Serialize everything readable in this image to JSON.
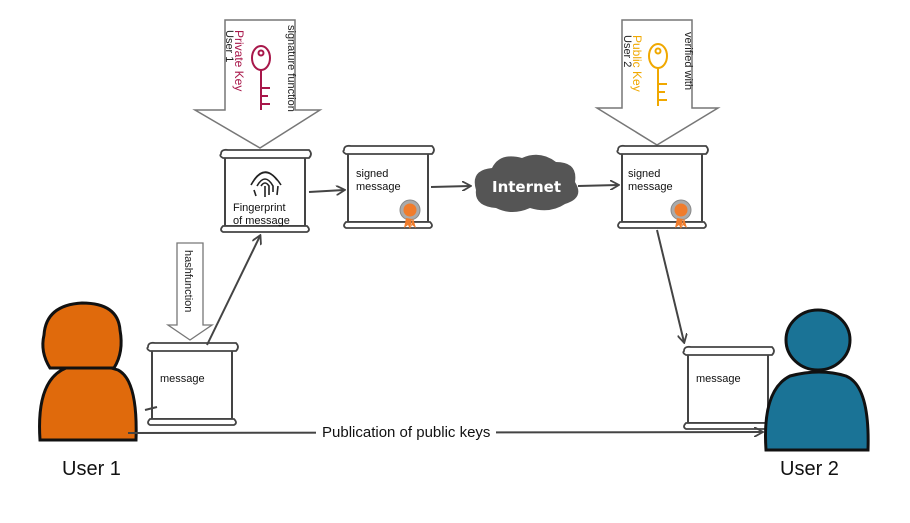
{
  "labels": {
    "signature_function": "signature function",
    "private_key": "Private Key",
    "user1_small": "User 1",
    "verified_with": "verified with",
    "public_key": "Public Key",
    "user2_small": "User 2",
    "fingerprint": "Fingerprint\nof message",
    "signed_message_1": "signed\nmessage",
    "signed_message_2": "signed\nmessage",
    "internet": "Internet",
    "hashfunction": "hashfunction",
    "message_1": "message",
    "message_2": "message",
    "publication": "Publication of public keys",
    "user1": "User 1",
    "user2": "User 2"
  },
  "colors": {
    "user1": "#E06A0C",
    "user2": "#1A7396",
    "private_key": "#A8174A",
    "public_key": "#F0A800",
    "internet_cloud": "#555555",
    "seal": "#F07C2C",
    "line": "#444444"
  }
}
